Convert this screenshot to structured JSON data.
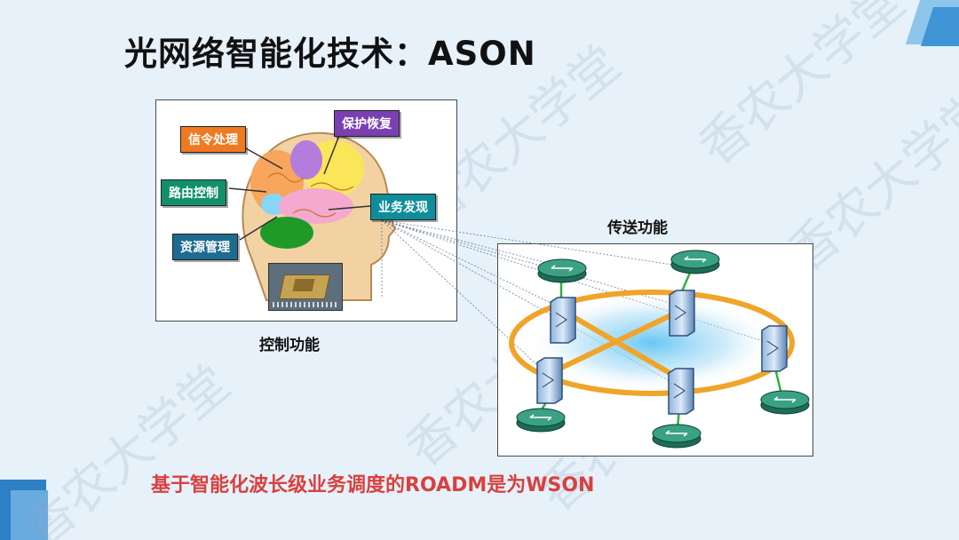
{
  "slide": {
    "title": "光网络智能化技术：ASON",
    "control_caption": "控制功能",
    "transport_caption": "传送功能",
    "bottom_text": "基于智能化波长级业务调度的ROADM是为WSON",
    "watermark": "香农大学堂"
  },
  "brain_tags": {
    "signaling": "信令处理",
    "protection": "保护恢复",
    "routing": "路由控制",
    "service": "业务发现",
    "resource": "资源管理"
  },
  "colors": {
    "signaling": "#f07a21",
    "protection": "#7b3fb1",
    "routing": "#12906a",
    "service": "#0f8d9a",
    "resource": "#1d6c8f",
    "ring": "#f0a42a",
    "accent_red": "#d8413f"
  },
  "icons": {
    "brain": "brain-head-icon",
    "chip": "chip-icon",
    "router": "router-disk-icon",
    "oxc": "optical-switch-icon"
  }
}
